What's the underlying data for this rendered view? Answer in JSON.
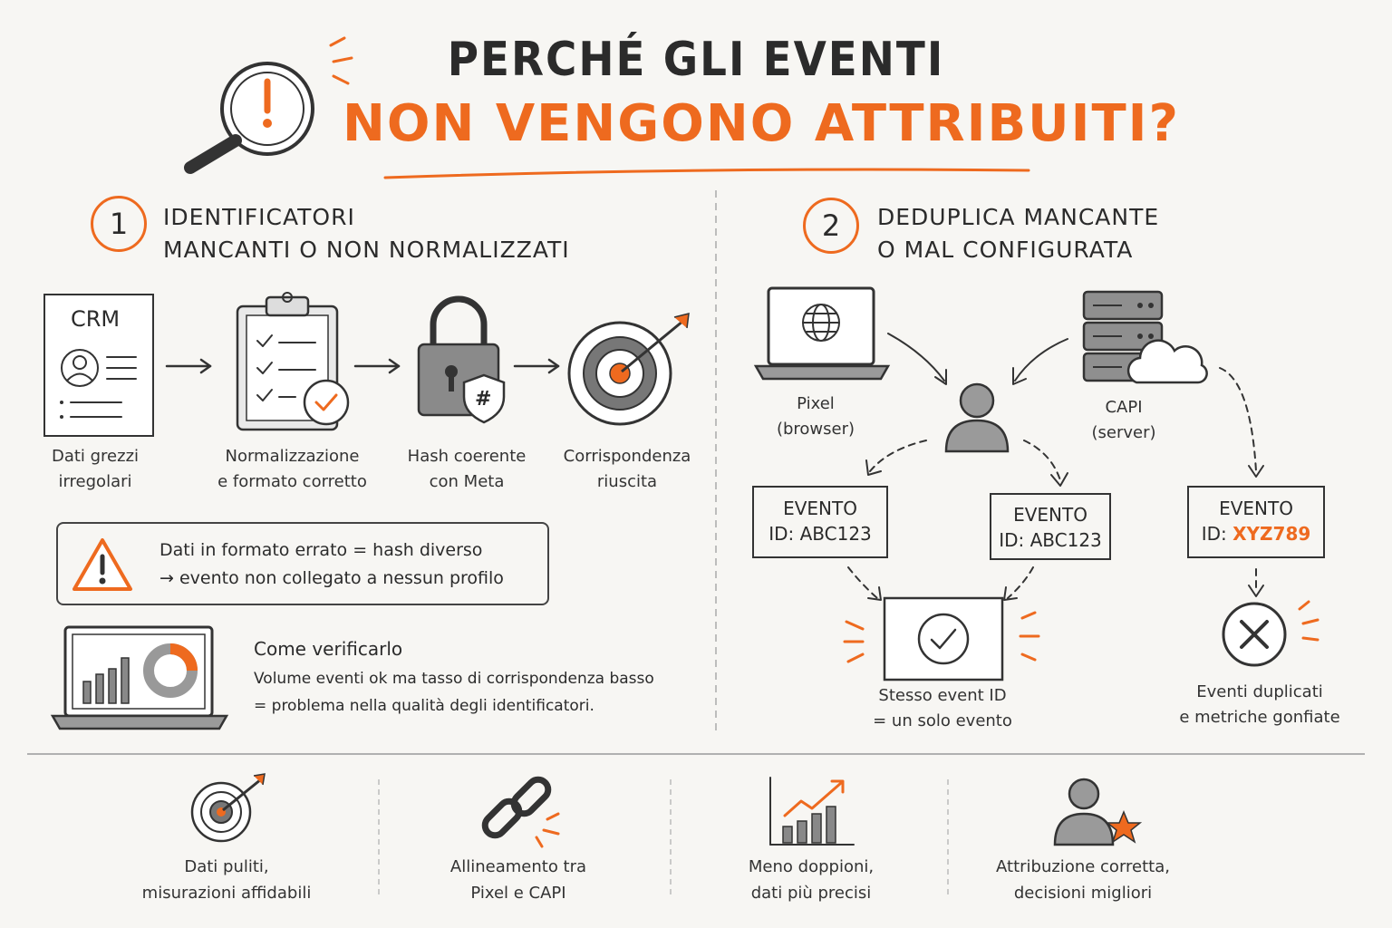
{
  "title": {
    "line1": "PERCHÉ GLI EVENTI",
    "line2": "NON VENGONO ATTRIBUITI?"
  },
  "section1": {
    "number": "1",
    "title_line1": "IDENTIFICATORI",
    "title_line2": "MANCANTI O NON NORMALIZZATI",
    "steps": [
      {
        "icon": "crm-document-icon",
        "label": "CRM",
        "caption_l1": "Dati grezzi",
        "caption_l2": "irregolari"
      },
      {
        "icon": "clipboard-checklist-icon",
        "caption_l1": "Normalizzazione",
        "caption_l2": "e formato corretto"
      },
      {
        "icon": "padlock-hash-icon",
        "hash": "#",
        "caption_l1": "Hash coerente",
        "caption_l2": "con Meta"
      },
      {
        "icon": "target-arrow-icon",
        "caption_l1": "Corrispondenza",
        "caption_l2": "riuscita"
      }
    ],
    "warning": {
      "icon": "warning-triangle-icon",
      "line1": "Dati in formato errato = hash diverso",
      "line2": "→ evento non collegato a nessun profilo"
    },
    "verify": {
      "icon": "laptop-dashboard-icon",
      "title": "Come verificarlo",
      "line1": "Volume eventi ok ma tasso di corrispondenza basso",
      "line2": "= problema nella qualità degli identificatori."
    }
  },
  "section2": {
    "number": "2",
    "title_line1": "DEDUPLICA MANCANTE",
    "title_line2": "O MAL CONFIGURATA",
    "pixel": {
      "icon": "laptop-globe-icon",
      "caption_l1": "Pixel",
      "caption_l2": "(browser)"
    },
    "capi": {
      "icon": "server-cloud-icon",
      "caption_l1": "CAPI",
      "caption_l2": "(server)"
    },
    "user_icon": "user-icon",
    "tickets": [
      {
        "line1": "EVENTO",
        "id_prefix": "ID: ",
        "id_value": "ABC123"
      },
      {
        "line1": "EVENTO",
        "id_prefix": "ID: ",
        "id_value": "ABC123"
      },
      {
        "line1": "EVENTO",
        "id_prefix": "ID: ",
        "id_value": "XYZ789"
      }
    ],
    "success": {
      "icon": "check-circle-icon",
      "caption_l1": "Stesso event ID",
      "caption_l2": "= un solo evento"
    },
    "failure": {
      "icon": "x-circle-icon",
      "caption_l1": "Eventi duplicati",
      "caption_l2": "e metriche gonfiate"
    }
  },
  "benefits": [
    {
      "icon": "target-icon",
      "line1": "Dati puliti,",
      "line2": "misurazioni affidabili"
    },
    {
      "icon": "chain-link-icon",
      "line1": "Allineamento tra",
      "line2": "Pixel e CAPI"
    },
    {
      "icon": "growth-chart-icon",
      "line1": "Meno doppioni,",
      "line2": "dati più precisi"
    },
    {
      "icon": "user-star-icon",
      "line1": "Attribuzione corretta,",
      "line2": "decisioni migliori"
    }
  ],
  "colors": {
    "accent": "#ee6a1f",
    "ink": "#333333",
    "background": "#f7f6f3"
  }
}
